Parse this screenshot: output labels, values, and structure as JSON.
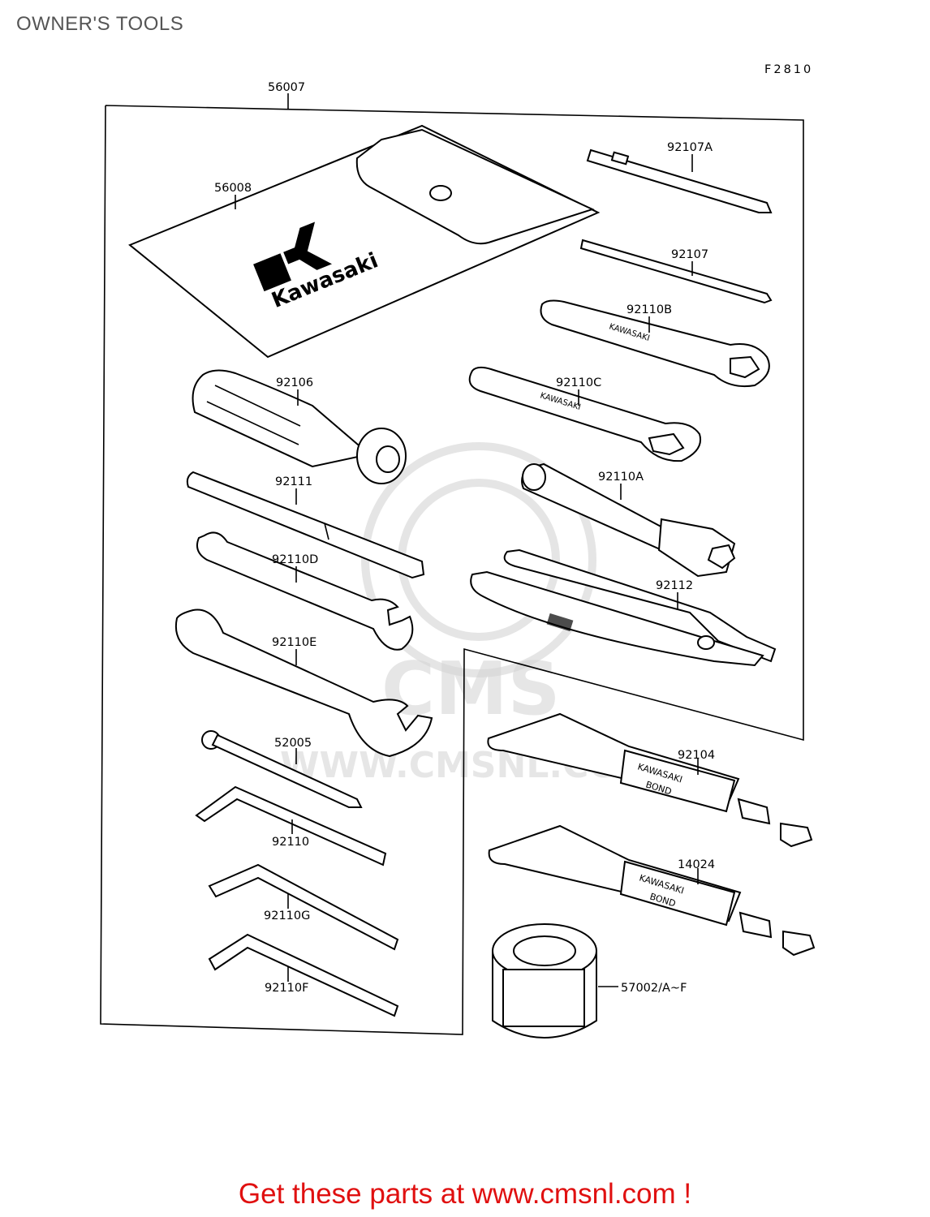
{
  "page": {
    "title": "OWNER'S TOOLS",
    "figure_code": "F2810",
    "footer": "Get these parts at www.cmsnl.com !",
    "watermark": {
      "logo_text": "CMS",
      "url_text": "WWW.CMSNL.COM"
    },
    "colors": {
      "footer_red": "#e01010",
      "title_gray": "#555555"
    }
  },
  "parts": {
    "kit": "56007",
    "tool_bag": "56008",
    "driver_tip_a": "92107A",
    "driver_tip": "92107",
    "wrench_b": "92110B",
    "wrench_c": "92110C",
    "handle": "92106",
    "wrench_a": "92110A",
    "bar": "92111",
    "wrench_d": "92110D",
    "pliers": "92112",
    "wrench_e": "92110E",
    "bond_92104": "92104",
    "driver_52005": "52005",
    "hex_wrench": "92110",
    "bond_14024": "14024",
    "hex_wrench_g": "92110G",
    "hex_wrench_f": "92110F",
    "grease_can": "57002/A~F"
  },
  "labels": {
    "bag_brand": "Kawasaki",
    "bond_brand": "KAWASAKI",
    "bond_word": "BOND",
    "wrench_stamp": "KAWASAKI"
  }
}
